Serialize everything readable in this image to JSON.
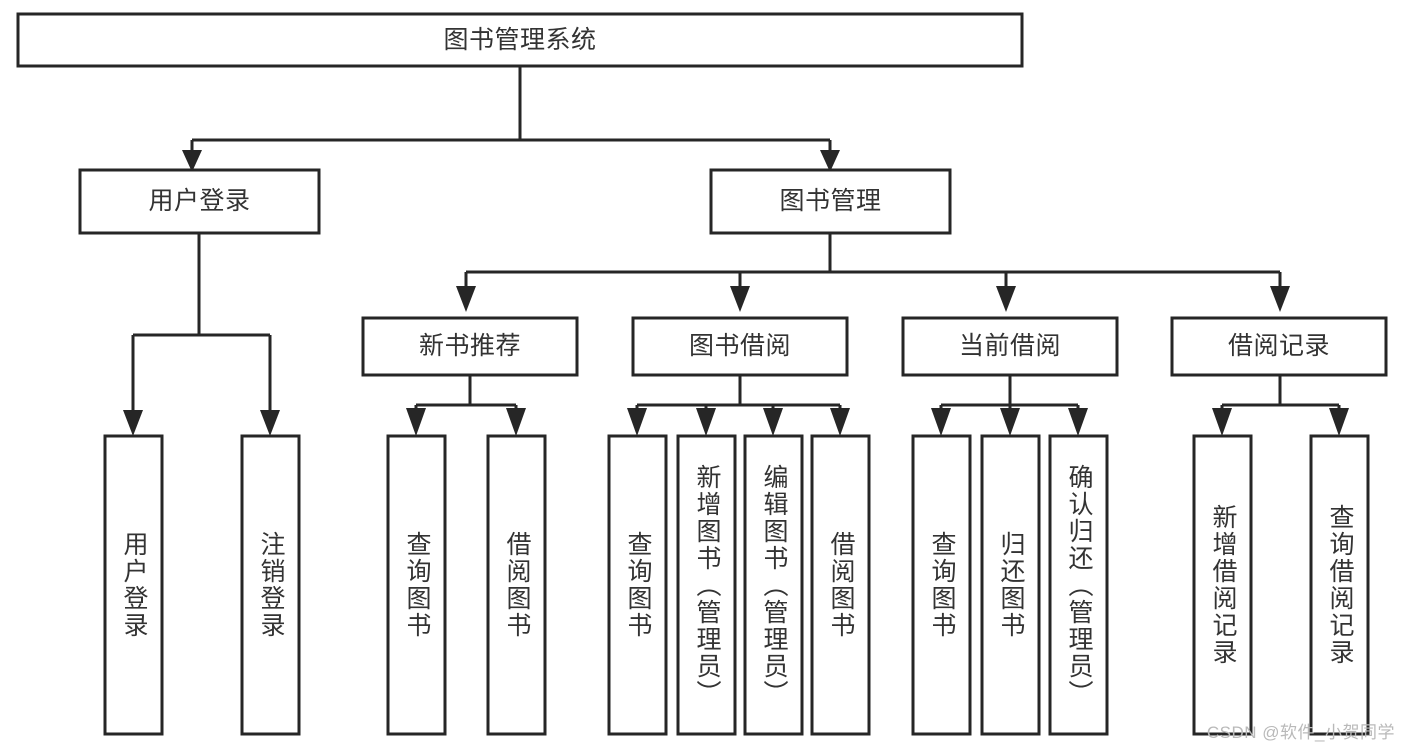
{
  "diagram": {
    "title": "图书管理系统",
    "type": "tree-hierarchy-diagram",
    "colors": {
      "stroke": "#262626",
      "fill": "#ffffff",
      "text": "#333333",
      "watermark": "#b9b9b9"
    },
    "nodes": {
      "root": {
        "label": "图书管理系统"
      },
      "level2": [
        {
          "label": "用户登录"
        },
        {
          "label": "图书管理"
        }
      ],
      "level3": [
        {
          "label": "新书推荐"
        },
        {
          "label": "图书借阅"
        },
        {
          "label": "当前借阅"
        },
        {
          "label": "借阅记录"
        }
      ],
      "leaves": {
        "user_login": [
          {
            "label": "用户登录"
          },
          {
            "label": "注销登录"
          }
        ],
        "new_book_recommend": [
          {
            "label": "查询图书"
          },
          {
            "label": "借阅图书"
          }
        ],
        "book_borrow": [
          {
            "label": "查询图书"
          },
          {
            "label": "新增图书（管理员）"
          },
          {
            "label": "编辑图书（管理员）"
          },
          {
            "label": "借阅图书"
          }
        ],
        "current_borrow": [
          {
            "label": "查询图书"
          },
          {
            "label": "归还图书"
          },
          {
            "label": "确认归还（管理员）"
          }
        ],
        "borrow_record": [
          {
            "label": "新增借阅记录"
          },
          {
            "label": "查询借阅记录"
          }
        ]
      }
    }
  },
  "watermark": {
    "text": "CSDN @软件_小贺同学"
  }
}
